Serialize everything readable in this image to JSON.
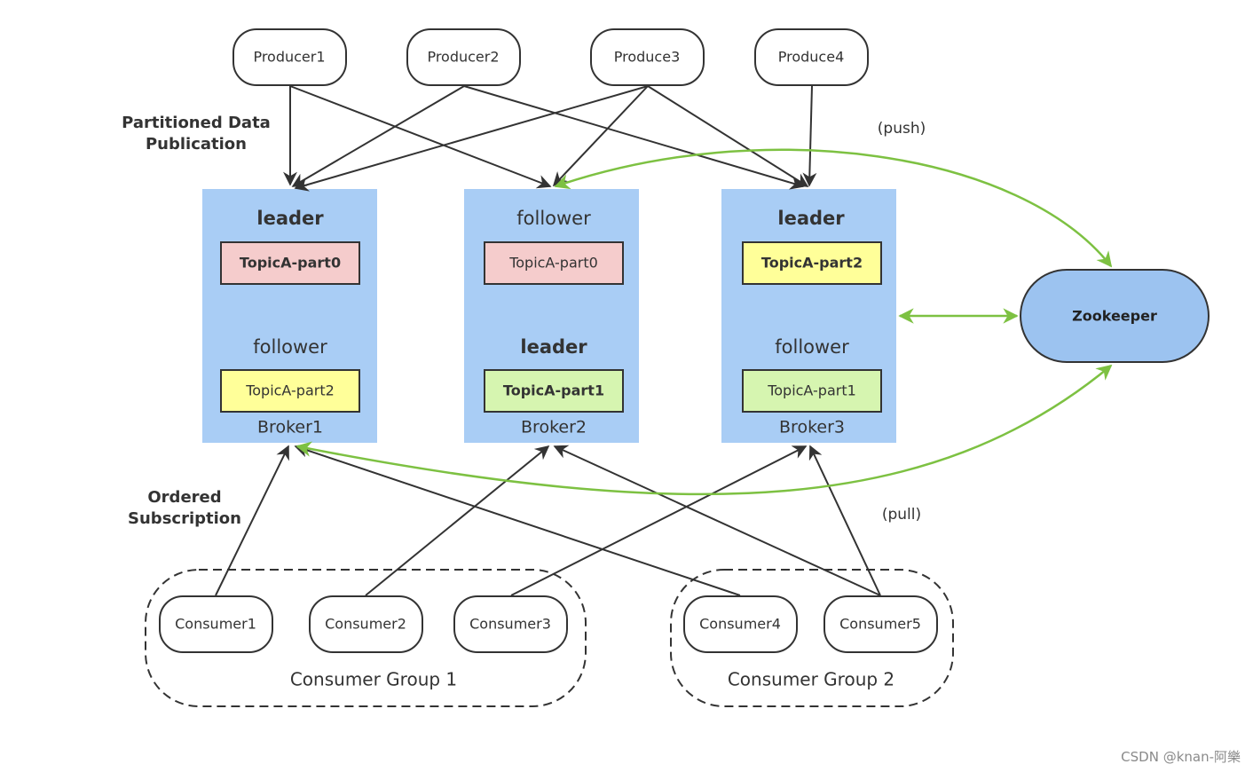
{
  "producers": [
    "Producer1",
    "Producer2",
    "Produce3",
    "Produce4"
  ],
  "section_publication": [
    "Partitioned Data",
    "Publication"
  ],
  "section_subscription": [
    "Ordered",
    "Subscription"
  ],
  "brokers": [
    {
      "name": "Broker1",
      "top_role": "leader",
      "top_partition": "TopicA-part0",
      "bottom_role": "follower",
      "bottom_partition": "TopicA-part2"
    },
    {
      "name": "Broker2",
      "top_role": "follower",
      "top_partition": "TopicA-part0",
      "bottom_role": "leader",
      "bottom_partition": "TopicA-part1"
    },
    {
      "name": "Broker3",
      "top_role": "leader",
      "top_partition": "TopicA-part2",
      "bottom_role": "follower",
      "bottom_partition": "TopicA-part1"
    }
  ],
  "zookeeper": "Zookeeper",
  "push_label": "(push)",
  "pull_label": "(pull)",
  "consumers": [
    "Consumer1",
    "Consumer2",
    "Consumer3",
    "Consumer4",
    "Consumer5"
  ],
  "groups": [
    "Consumer Group 1",
    "Consumer Group 2"
  ],
  "watermark": "CSDN @knan-阿樂",
  "colors": {
    "broker_fill": "#a9cdf5",
    "partition_pink": "#f5cccc",
    "partition_yellow": "#ffff99",
    "partition_green": "#d6f5b0",
    "zookeeper_fill": "#9cc3f0",
    "push_pull_arrow": "#7dc142",
    "edge": "#333333"
  }
}
